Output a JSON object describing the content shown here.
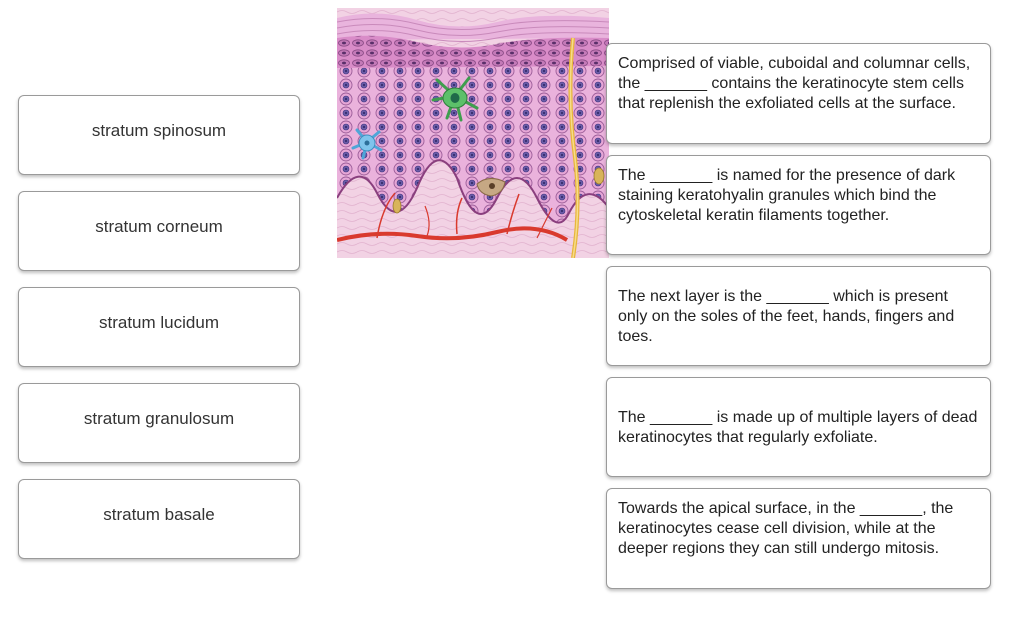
{
  "terms": [
    "stratum spinosum",
    "stratum corneum",
    "stratum lucidum",
    "stratum granulosum",
    "stratum basale"
  ],
  "descriptions": [
    "Comprised of viable, cuboidal and columnar cells, the _______ contains the keratinocyte stem cells that replenish the exfoliated cells at the surface.",
    "The _______ is named for the presence of dark staining keratohyalin granules which bind the cytoskeletal keratin filaments together.",
    "The next layer is the _______ which is present only on the soles of the feet, hands, fingers and toes.",
    "The _______ is made up of multiple layers of dead keratinocytes that regularly exfoliate.",
    "Towards the apical surface, in the _______, the keratinocytes cease cell division, while at the deeper regions they can still undergo mitosis."
  ],
  "colors": {
    "border": "#9a9a9a",
    "epidermis_pink": "#e7a8d8",
    "dermis_pink": "#f1cfe2",
    "blood_vessel": "#d93a2e",
    "nerve": "#e8b63c",
    "melanocyte_green": "#5cc06a",
    "langerhans_blue": "#7fc4ec"
  }
}
